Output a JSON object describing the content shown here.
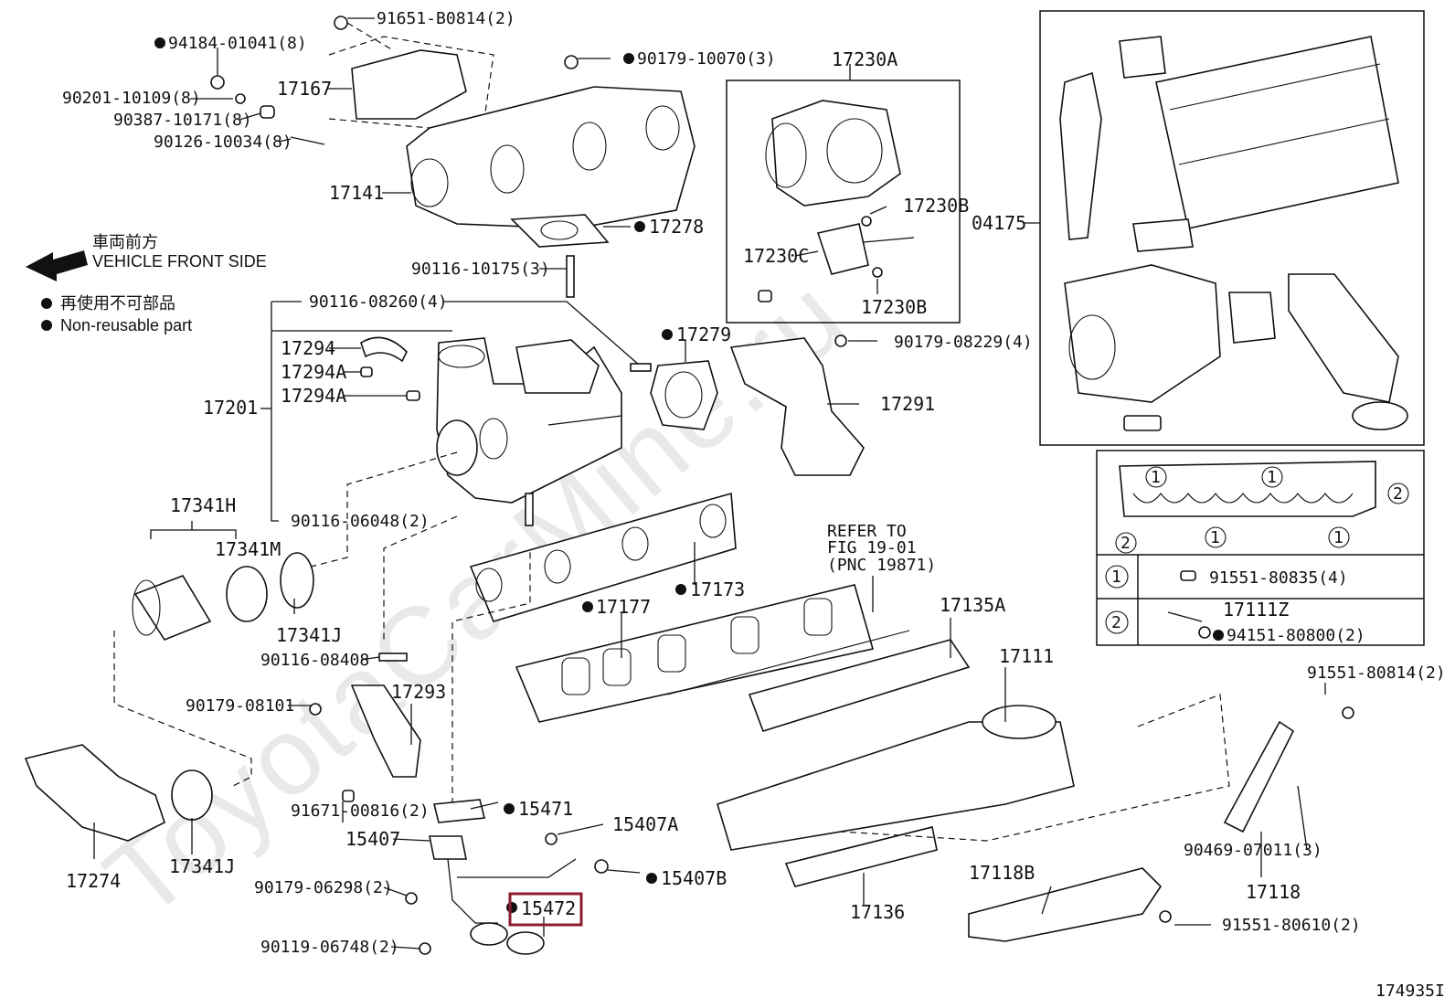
{
  "watermark": "ToyotaCarMine.ru",
  "legend": {
    "front_jp": "車両前方",
    "front_en": "VEHICLE FRONT SIDE",
    "nonreuse_jp": "再使用不可部品",
    "nonreuse_en": "Non-reusable part"
  },
  "refer": {
    "line1": "REFER TO",
    "line2": "FIG 19-01",
    "line3": "(PNC 19871)"
  },
  "inset_table": {
    "row1_num": "1",
    "row1_part": "91551-80835(4)",
    "row2_num": "2",
    "row2_part_a": "17111Z",
    "row2_part_b": "94151-80800(2)"
  },
  "callouts": {
    "c91651": "91651-B0814(2)",
    "c94184": "94184-01041(8)",
    "c90179_10070": "90179-10070(3)",
    "c17230A": "17230A",
    "c17167": "17167",
    "c90201": "90201-10109(8)",
    "c90387": "90387-10171(8)",
    "c90126": "90126-10034(8)",
    "c17141": "17141",
    "c17230B_top": "17230B",
    "c17278": "17278",
    "c17230C": "17230C",
    "c04175": "04175",
    "c17230B_bot": "17230B",
    "c90116_10175": "90116-10175(3)",
    "c90116_08260": "90116-08260(4)",
    "c17279": "17279",
    "c90179_08229": "90179-08229(4)",
    "c17294": "17294",
    "c17294A_1": "17294A",
    "c17294A_2": "17294A",
    "c17201": "17201",
    "c17291": "17291",
    "c17341H": "17341H",
    "c90116_06048": "90116-06048(2)",
    "c17341M": "17341M",
    "c17173": "17173",
    "c17177": "17177",
    "c17135A": "17135A",
    "c17341J_top": "17341J",
    "c90116_08408": "90116-08408",
    "c17111": "17111",
    "c17293": "17293",
    "c90179_08101": "90179-08101",
    "c91551_80814": "91551-80814(2)",
    "c91671": "91671-00816(2)",
    "c15471": "15471",
    "c15407": "15407",
    "c15407A": "15407A",
    "c90469": "90469-07011(3)",
    "c17274": "17274",
    "c17341J_bot": "17341J",
    "c15407B": "15407B",
    "c17136": "17136",
    "c17118B": "17118B",
    "c17118": "17118",
    "c90179_06298": "90179-06298(2)",
    "c15472": "15472",
    "c91551_80610": "91551-80610(2)",
    "c90119": "90119-06748(2)",
    "c174935": "174935I"
  },
  "highlight_color": "#8e1b2e"
}
